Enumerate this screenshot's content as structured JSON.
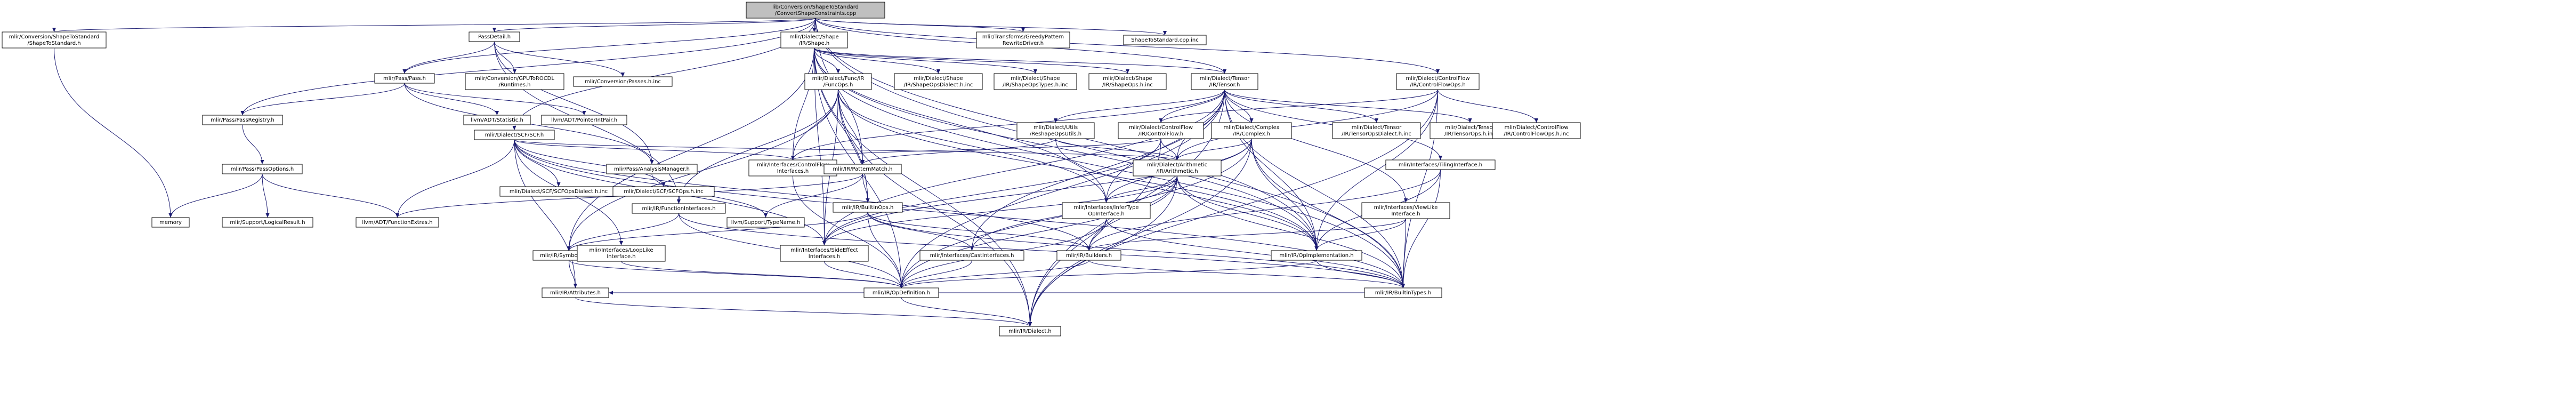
{
  "root": "lib/Conversion/ShapeToStandard/ConvertShapeConstraints.cpp",
  "nodes": [
    {
      "id": "root",
      "label": "lib/Conversion/ShapeToStandard\n/ConvertShapeConstraints.cpp",
      "kind": "root"
    },
    {
      "id": "shape_to_std",
      "label": "mlir/Conversion/ShapeToStandard\n/ShapeToStandard.h",
      "kind": "plain"
    },
    {
      "id": "pass_detail",
      "label": "PassDetail.h",
      "kind": "plain"
    },
    {
      "id": "shape_ir",
      "label": "mlir/Dialect/Shape\n/IR/Shape.h",
      "kind": "plain"
    },
    {
      "id": "greedy",
      "label": "mlir/Transforms/GreedyPattern\nRewriteDriver.h",
      "kind": "red"
    },
    {
      "id": "shape_to_std_inc",
      "label": "ShapeToStandard.cpp.inc",
      "kind": "plain"
    },
    {
      "id": "pass_h",
      "label": "mlir/Pass/Pass.h",
      "kind": "plain"
    },
    {
      "id": "gpu_rocdl",
      "label": "mlir/Conversion/GPUToROCDL\n/Runtimes.h",
      "kind": "plain"
    },
    {
      "id": "conv_passes_inc",
      "label": "mlir/Conversion/Passes.h.inc",
      "kind": "plain"
    },
    {
      "id": "func_ops",
      "label": "mlir/Dialect/Func/IR\n/FuncOps.h",
      "kind": "red"
    },
    {
      "id": "shape_dialect_inc",
      "label": "mlir/Dialect/Shape\n/IR/ShapeOpsDialect.h.inc",
      "kind": "plain"
    },
    {
      "id": "shape_types_inc",
      "label": "mlir/Dialect/Shape\n/IR/ShapeOpsTypes.h.inc",
      "kind": "plain"
    },
    {
      "id": "shape_ops_inc",
      "label": "mlir/Dialect/Shape\n/IR/ShapeOps.h.inc",
      "kind": "plain"
    },
    {
      "id": "tensor_h",
      "label": "mlir/Dialect/Tensor\n/IR/Tensor.h",
      "kind": "plain"
    },
    {
      "id": "cf_ops",
      "label": "mlir/Dialect/ControlFlow\n/IR/ControlFlowOps.h",
      "kind": "plain"
    },
    {
      "id": "scf_h",
      "label": "mlir/Dialect/SCF/SCF.h",
      "kind": "plain"
    },
    {
      "id": "pass_registry",
      "label": "mlir/Pass/PassRegistry.h",
      "kind": "red"
    },
    {
      "id": "statistic",
      "label": "llvm/ADT/Statistic.h",
      "kind": "plain"
    },
    {
      "id": "ptr_int_pair",
      "label": "llvm/ADT/PointerIntPair.h",
      "kind": "plain"
    },
    {
      "id": "analysis_mgr",
      "label": "mlir/Pass/AnalysisManager.h",
      "kind": "red"
    },
    {
      "id": "pass_options",
      "label": "mlir/Pass/PassOptions.h",
      "kind": "red"
    },
    {
      "id": "memory",
      "label": "memory",
      "kind": "plain"
    },
    {
      "id": "logical_result",
      "label": "mlir/Support/LogicalResult.h",
      "kind": "red"
    },
    {
      "id": "func_extras",
      "label": "llvm/ADT/FunctionExtras.h",
      "kind": "plain"
    },
    {
      "id": "scf_dialect_inc",
      "label": "mlir/Dialect/SCF/SCFOpsDialect.h.inc",
      "kind": "plain"
    },
    {
      "id": "scf_ops_inc",
      "label": "mlir/Dialect/SCF/SCFOps.h.inc",
      "kind": "plain"
    },
    {
      "id": "cf_iface",
      "label": "mlir/Interfaces/ControlFlow\nInterfaces.h",
      "kind": "red"
    },
    {
      "id": "pattern_match",
      "label": "mlir/IR/PatternMatch.h",
      "kind": "plain"
    },
    {
      "id": "type_name",
      "label": "llvm/Support/TypeName.h",
      "kind": "plain"
    },
    {
      "id": "func_iface",
      "label": "mlir/IR/FunctionInterfaces.h",
      "kind": "red"
    },
    {
      "id": "builtin_ops",
      "label": "mlir/IR/BuiltinOps.h",
      "kind": "red"
    },
    {
      "id": "symbol_table",
      "label": "mlir/IR/SymbolTable.h",
      "kind": "red"
    },
    {
      "id": "loop_like",
      "label": "mlir/Interfaces/LoopLike\nInterface.h",
      "kind": "red"
    },
    {
      "id": "side_effect",
      "label": "mlir/Interfaces/SideEffect\nInterfaces.h",
      "kind": "red"
    },
    {
      "id": "cast_iface",
      "label": "mlir/Interfaces/CastInterfaces.h",
      "kind": "red"
    },
    {
      "id": "builders",
      "label": "mlir/IR/Builders.h",
      "kind": "red"
    },
    {
      "id": "attributes",
      "label": "mlir/IR/Attributes.h",
      "kind": "red"
    },
    {
      "id": "op_def",
      "label": "mlir/IR/OpDefinition.h",
      "kind": "red"
    },
    {
      "id": "dialect_h",
      "label": "mlir/IR/Dialect.h",
      "kind": "red"
    },
    {
      "id": "reshape_utils",
      "label": "mlir/Dialect/Utils\n/ReshapeOpsUtils.h",
      "kind": "red"
    },
    {
      "id": "cf_h",
      "label": "mlir/Dialect/ControlFlow\n/IR/ControlFlow.h",
      "kind": "red"
    },
    {
      "id": "complex_h",
      "label": "mlir/Dialect/Complex\n/IR/Complex.h",
      "kind": "red"
    },
    {
      "id": "arith_h",
      "label": "mlir/Dialect/Arithmetic\n/IR/Arithmetic.h",
      "kind": "red"
    },
    {
      "id": "infer_type",
      "label": "mlir/Interfaces/InferType\nOpInterface.h",
      "kind": "red"
    },
    {
      "id": "tensor_dialect_inc",
      "label": "mlir/Dialect/Tensor\n/IR/TensorOpsDialect.h.inc",
      "kind": "plain"
    },
    {
      "id": "tensor_ops_inc",
      "label": "mlir/Dialect/Tensor\n/IR/TensorOps.h.inc",
      "kind": "plain"
    },
    {
      "id": "tiling_iface",
      "label": "mlir/Interfaces/TilingInterface.h",
      "kind": "red"
    },
    {
      "id": "view_like",
      "label": "mlir/Interfaces/ViewLike\nInterface.h",
      "kind": "red"
    },
    {
      "id": "op_impl",
      "label": "mlir/IR/OpImplementation.h",
      "kind": "red"
    },
    {
      "id": "builtin_types",
      "label": "mlir/IR/BuiltinTypes.h",
      "kind": "red"
    },
    {
      "id": "cf_ops_inc",
      "label": "mlir/Dialect/ControlFlow\n/IR/ControlFlowOps.h.inc",
      "kind": "plain"
    }
  ],
  "edges": [
    [
      "root",
      "shape_to_std"
    ],
    [
      "root",
      "pass_detail"
    ],
    [
      "root",
      "shape_ir"
    ],
    [
      "root",
      "greedy"
    ],
    [
      "root",
      "shape_to_std_inc"
    ],
    [
      "root",
      "pass_h"
    ],
    [
      "root",
      "pass_registry"
    ],
    [
      "root",
      "scf_h"
    ],
    [
      "root",
      "pattern_match"
    ],
    [
      "root",
      "tensor_h"
    ],
    [
      "root",
      "cf_ops"
    ],
    [
      "root",
      "builtin_types"
    ],
    [
      "root",
      "op_impl"
    ],
    [
      "shape_to_std",
      "memory"
    ],
    [
      "pass_detail",
      "pass_h"
    ],
    [
      "pass_detail",
      "gpu_rocdl"
    ],
    [
      "pass_detail",
      "conv_passes_inc"
    ],
    [
      "pass_detail",
      "func_iface"
    ],
    [
      "pass_detail",
      "analysis_mgr"
    ],
    [
      "shape_ir",
      "func_ops"
    ],
    [
      "shape_ir",
      "shape_dialect_inc"
    ],
    [
      "shape_ir",
      "shape_types_inc"
    ],
    [
      "shape_ir",
      "shape_ops_inc"
    ],
    [
      "shape_ir",
      "tensor_h"
    ],
    [
      "shape_ir",
      "cf_iface"
    ],
    [
      "shape_ir",
      "symbol_table"
    ],
    [
      "shape_ir",
      "side_effect"
    ],
    [
      "shape_ir",
      "builtin_ops"
    ],
    [
      "shape_ir",
      "infer_type"
    ],
    [
      "shape_ir",
      "op_def"
    ],
    [
      "shape_ir",
      "op_impl"
    ],
    [
      "shape_ir",
      "dialect_h"
    ],
    [
      "shape_ir",
      "builtin_types"
    ],
    [
      "pass_h",
      "pass_registry"
    ],
    [
      "pass_h",
      "statistic"
    ],
    [
      "pass_h",
      "ptr_int_pair"
    ],
    [
      "pass_h",
      "analysis_mgr"
    ],
    [
      "pass_registry",
      "pass_options"
    ],
    [
      "pass_options",
      "memory"
    ],
    [
      "pass_options",
      "logical_result"
    ],
    [
      "pass_options",
      "func_extras"
    ],
    [
      "analysis_mgr",
      "type_name"
    ],
    [
      "func_ops",
      "cf_iface"
    ],
    [
      "func_ops",
      "pattern_match"
    ],
    [
      "func_ops",
      "func_iface"
    ],
    [
      "func_ops",
      "builtin_ops"
    ],
    [
      "func_ops",
      "symbol_table"
    ],
    [
      "func_ops",
      "infer_type"
    ],
    [
      "func_ops",
      "side_effect"
    ],
    [
      "func_ops",
      "dialect_h"
    ],
    [
      "func_ops",
      "op_impl"
    ],
    [
      "scf_h",
      "scf_dialect_inc"
    ],
    [
      "scf_h",
      "scf_ops_inc"
    ],
    [
      "scf_h",
      "cf_iface"
    ],
    [
      "scf_h",
      "loop_like"
    ],
    [
      "scf_h",
      "side_effect"
    ],
    [
      "scf_h",
      "arith_h"
    ],
    [
      "scf_h",
      "builders"
    ],
    [
      "scf_h",
      "builtin_types"
    ],
    [
      "scf_h",
      "attributes"
    ],
    [
      "scf_h",
      "func_extras"
    ],
    [
      "cf_iface",
      "op_def"
    ],
    [
      "pattern_match",
      "builtin_ops"
    ],
    [
      "pattern_match",
      "type_name"
    ],
    [
      "pattern_match",
      "func_extras"
    ],
    [
      "func_iface",
      "symbol_table"
    ],
    [
      "func_iface",
      "op_def"
    ],
    [
      "func_iface",
      "builtin_types"
    ],
    [
      "builtin_ops",
      "symbol_table"
    ],
    [
      "builtin_ops",
      "op_def"
    ],
    [
      "builtin_ops",
      "builtin_types"
    ],
    [
      "builtin_ops",
      "cast_iface"
    ],
    [
      "builtin_ops",
      "builders"
    ],
    [
      "symbol_table",
      "attributes"
    ],
    [
      "symbol_table",
      "op_def"
    ],
    [
      "loop_like",
      "op_def"
    ],
    [
      "side_effect",
      "op_def"
    ],
    [
      "cast_iface",
      "op_def"
    ],
    [
      "builders",
      "op_def"
    ],
    [
      "builders",
      "builtin_types"
    ],
    [
      "attributes",
      "dialect_h"
    ],
    [
      "op_def",
      "dialect_h"
    ],
    [
      "tensor_h",
      "reshape_utils"
    ],
    [
      "tensor_h",
      "cf_h"
    ],
    [
      "tensor_h",
      "complex_h"
    ],
    [
      "tensor_h",
      "arith_h"
    ],
    [
      "tensor_h",
      "tensor_dialect_inc"
    ],
    [
      "tensor_h",
      "tensor_ops_inc"
    ],
    [
      "tensor_h",
      "tiling_iface"
    ],
    [
      "tensor_h",
      "view_like"
    ],
    [
      "tensor_h",
      "cf_iface"
    ],
    [
      "tensor_h",
      "infer_type"
    ],
    [
      "tensor_h",
      "cast_iface"
    ],
    [
      "tensor_h",
      "side_effect"
    ],
    [
      "tensor_h",
      "op_impl"
    ],
    [
      "tensor_h",
      "builtin_types"
    ],
    [
      "tensor_h",
      "dialect_h"
    ],
    [
      "tensor_h",
      "op_def"
    ],
    [
      "reshape_utils",
      "pattern_match"
    ],
    [
      "reshape_utils",
      "arith_h"
    ],
    [
      "reshape_utils",
      "op_impl"
    ],
    [
      "cf_h",
      "arith_h"
    ],
    [
      "cf_h",
      "cf_iface"
    ],
    [
      "cf_h",
      "side_effect"
    ],
    [
      "cf_h",
      "dialect_h"
    ],
    [
      "complex_h",
      "arith_h"
    ],
    [
      "complex_h",
      "infer_type"
    ],
    [
      "complex_h",
      "side_effect"
    ],
    [
      "complex_h",
      "op_impl"
    ],
    [
      "complex_h",
      "builtin_types"
    ],
    [
      "complex_h",
      "dialect_h"
    ],
    [
      "complex_h",
      "op_def"
    ],
    [
      "arith_h",
      "cast_iface"
    ],
    [
      "arith_h",
      "infer_type"
    ],
    [
      "arith_h",
      "side_effect"
    ],
    [
      "arith_h",
      "builtin_types"
    ],
    [
      "arith_h",
      "op_def"
    ],
    [
      "arith_h",
      "op_impl"
    ],
    [
      "arith_h",
      "dialect_h"
    ],
    [
      "arith_h",
      "builders"
    ],
    [
      "infer_type",
      "builders"
    ],
    [
      "infer_type",
      "op_def"
    ],
    [
      "infer_type",
      "builtin_types"
    ],
    [
      "tiling_iface",
      "builders"
    ],
    [
      "tiling_iface",
      "op_impl"
    ],
    [
      "tiling_iface",
      "builtin_types"
    ],
    [
      "view_like",
      "builders"
    ],
    [
      "view_like",
      "op_impl"
    ],
    [
      "view_like",
      "builtin_types"
    ],
    [
      "op_impl",
      "op_def"
    ],
    [
      "op_impl",
      "builtin_types"
    ],
    [
      "builtin_types",
      "attributes"
    ],
    [
      "cf_ops",
      "cf_h"
    ],
    [
      "cf_ops",
      "cf_ops_inc"
    ],
    [
      "cf_ops",
      "op_impl"
    ],
    [
      "cf_ops",
      "builtin_types"
    ],
    [
      "cf_ops",
      "arith_h"
    ],
    [
      "cf_ops",
      "dialect_h"
    ]
  ],
  "colors": {
    "root_fill": "#bfbfbf",
    "node_fill": "#ffffff",
    "red_border": "#ff0000",
    "plain_border": "#000000",
    "edge": "#191970"
  }
}
